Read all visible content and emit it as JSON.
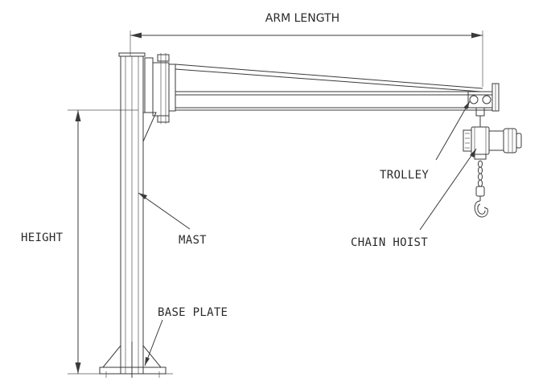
{
  "labels": {
    "arm_length": "ARM LENGTH",
    "height": "HEIGHT",
    "trolley": "TROLLEY",
    "mast": "MAST",
    "chain_hoist": "CHAIN HOIST",
    "base_plate": "BASE PLATE"
  }
}
